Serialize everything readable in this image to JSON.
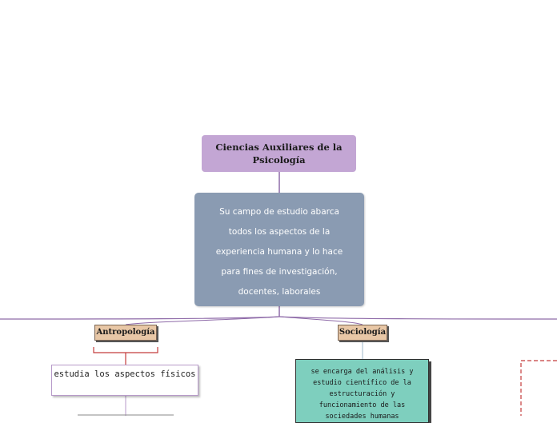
{
  "root": {
    "title": "Ciencias Auxiliares de la Psicología"
  },
  "description": {
    "text": "Su campo de estudio abarca todos los aspectos de la experiencia humana y lo hace para fines de investigación, docentes, laborales"
  },
  "branches": [
    {
      "label": "Antropología",
      "child": "estudia los aspectos físicos"
    },
    {
      "label": "Sociología",
      "child": "se encarga del análisis y estudio científico de la estructuración y funcionamiento de las sociedades humanas"
    }
  ],
  "colors": {
    "root": "#c3a6d4",
    "description": "#8a9bb2",
    "tag": "#e8c7a6",
    "sociology_box": "#7ecfbe",
    "connector": "#8e6aa8",
    "bracket_red": "#c43c3c"
  }
}
